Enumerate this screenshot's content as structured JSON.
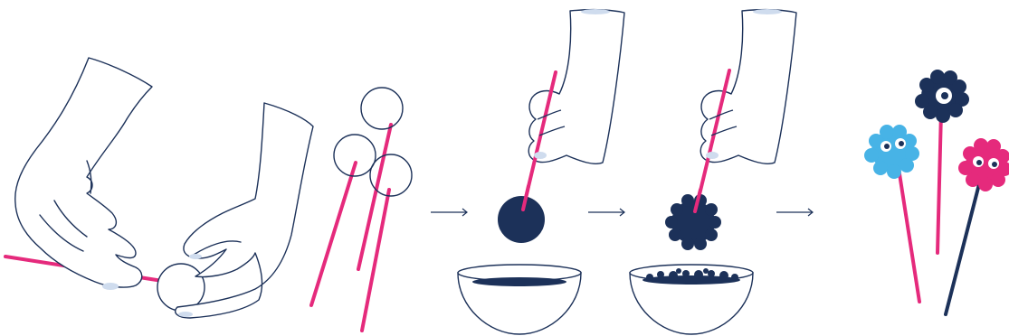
{
  "colors": {
    "outline": "#1c3159",
    "navy": "#1c3159",
    "pink": "#e52a7c",
    "blue": "#47b3e6",
    "nail": "#cfdcee",
    "white": "#ffffff"
  },
  "steps": [
    {
      "id": "step-1",
      "icon": "hand-rolling-ball-onto-stick-illustration"
    },
    {
      "id": "step-2",
      "icon": "balls-on-sticks-illustration"
    },
    {
      "id": "step-3",
      "icon": "dip-in-chocolate-illustration"
    },
    {
      "id": "step-4",
      "icon": "roll-in-sprinkles-illustration"
    },
    {
      "id": "step-5",
      "icon": "finished-monster-cake-pops-illustration"
    }
  ],
  "arrows": [
    {
      "icon": "arrow-right-icon"
    },
    {
      "icon": "arrow-right-icon"
    },
    {
      "icon": "arrow-right-icon"
    }
  ]
}
